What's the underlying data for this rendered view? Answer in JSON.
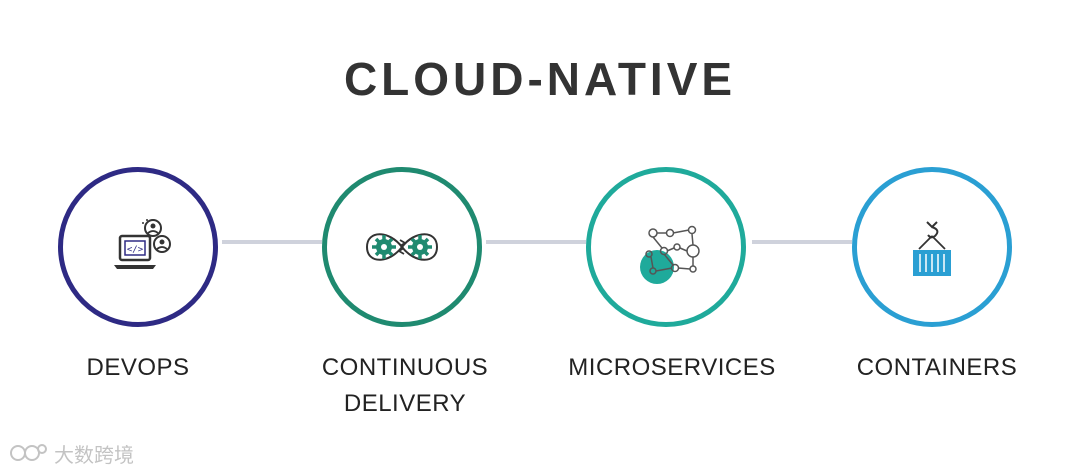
{
  "title": "CLOUD-NATIVE",
  "nodes": [
    {
      "label_lines": [
        "DEVOPS"
      ],
      "icon": "laptop-code-user-icon",
      "color": "#2e2a84"
    },
    {
      "label_lines": [
        "CONTINUOUS",
        "DELIVERY"
      ],
      "icon": "gears-loop-icon",
      "color": "#1f8a70"
    },
    {
      "label_lines": [
        "MICROSERVICES"
      ],
      "icon": "network-nodes-icon",
      "color": "#1faa9b"
    },
    {
      "label_lines": [
        "CONTAINERS"
      ],
      "icon": "shipping-container-icon",
      "color": "#2a9fd3"
    }
  ],
  "connector_color": "#cfd2dc",
  "watermark": {
    "text": "大数跨境",
    "logo": "watermark-logo"
  }
}
